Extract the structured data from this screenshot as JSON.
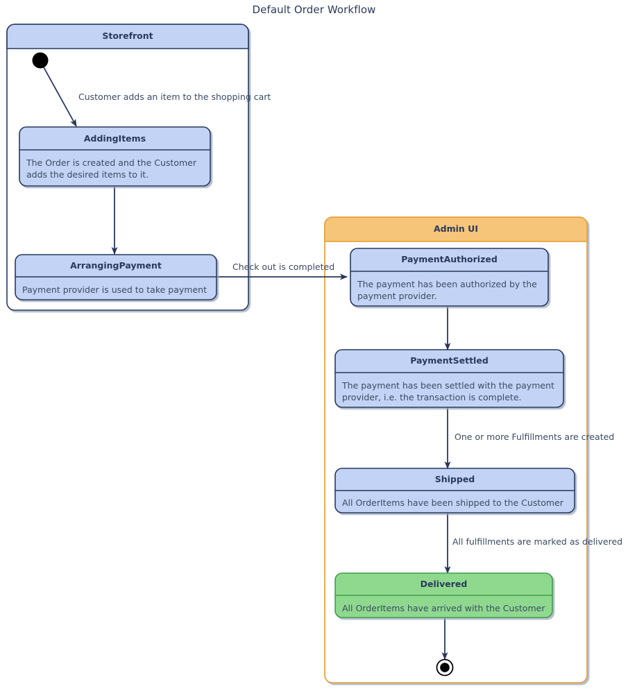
{
  "diagram": {
    "title": "Default Order Workflow",
    "type": "uml-state-machine",
    "colors": {
      "state_fill": "#c3d3f5",
      "state_border": "#28375c",
      "region_storefront_header_fill": "#c3d3f5",
      "region_storefront_border": "#28375c",
      "region_admin_header_fill": "#f6c57a",
      "region_admin_border": "#e8a33d",
      "region_body_fill": "#ffffff",
      "final_state_fill": "#8fd98f",
      "final_state_border": "#3f9e4d",
      "text": "#2b3a5b",
      "desc_text": "#3b4a63",
      "edge": "#28375c",
      "title_text": "#2b3a5b"
    },
    "regions": [
      {
        "id": "storefront",
        "title": "Storefront",
        "style": "blue"
      },
      {
        "id": "admin-ui",
        "title": "Admin UI",
        "style": "orange"
      }
    ],
    "pseudostates": [
      {
        "id": "initial",
        "kind": "initial",
        "region": "storefront"
      },
      {
        "id": "final",
        "kind": "final",
        "region": "admin-ui"
      }
    ],
    "states": [
      {
        "id": "adding-items",
        "name": "AddingItems",
        "description": "The Order is created and the Customer adds the desired items to it.",
        "region": "storefront",
        "fill": "#c3d3f5"
      },
      {
        "id": "arranging-payment",
        "name": "ArrangingPayment",
        "description": "Payment provider is used to take payment",
        "region": "storefront",
        "fill": "#c3d3f5"
      },
      {
        "id": "payment-authorized",
        "name": "PaymentAuthorized",
        "description": "The payment has been authorized by the payment provider.",
        "region": "admin-ui",
        "fill": "#c3d3f5"
      },
      {
        "id": "payment-settled",
        "name": "PaymentSettled",
        "description": "The payment has been settled with the payment provider, i.e. the transaction is complete.",
        "region": "admin-ui",
        "fill": "#c3d3f5"
      },
      {
        "id": "shipped",
        "name": "Shipped",
        "description": "All OrderItems have been shipped to the Customer",
        "region": "admin-ui",
        "fill": "#c3d3f5"
      },
      {
        "id": "delivered",
        "name": "Delivered",
        "description": "All OrderItems have arrived with the Customer",
        "region": "admin-ui",
        "fill": "#8fd98f"
      }
    ],
    "transitions": [
      {
        "id": "t1",
        "from": "initial",
        "to": "adding-items",
        "label": "Customer adds an item to the shopping cart"
      },
      {
        "id": "t2",
        "from": "adding-items",
        "to": "arranging-payment",
        "label": ""
      },
      {
        "id": "t3",
        "from": "arranging-payment",
        "to": "payment-authorized",
        "label": "Check out is completed"
      },
      {
        "id": "t4",
        "from": "payment-authorized",
        "to": "payment-settled",
        "label": ""
      },
      {
        "id": "t5",
        "from": "payment-settled",
        "to": "shipped",
        "label": "One or more Fulfillments are created"
      },
      {
        "id": "t6",
        "from": "shipped",
        "to": "delivered",
        "label": "All fulfillments are marked as delivered"
      },
      {
        "id": "t7",
        "from": "delivered",
        "to": "final",
        "label": ""
      }
    ]
  }
}
